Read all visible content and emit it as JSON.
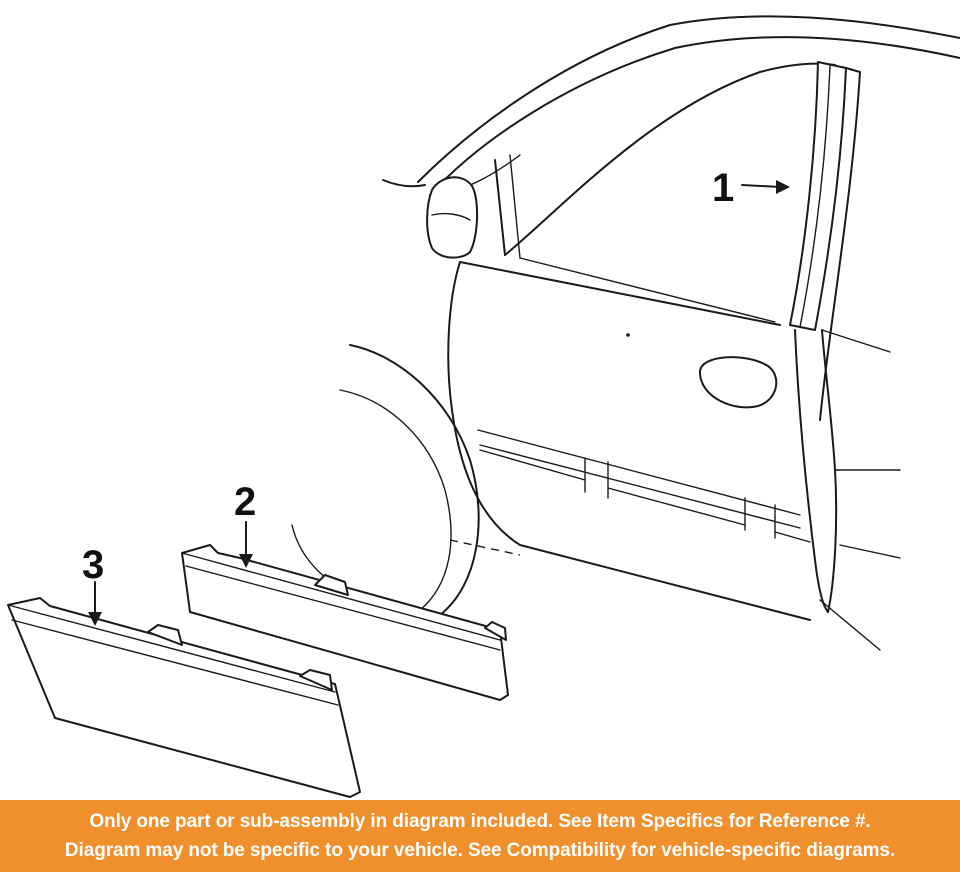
{
  "callouts": {
    "part1": "1",
    "part2": "2",
    "part3": "3"
  },
  "notice": {
    "line1": "Only one part or sub-assembly in diagram included. See Item Specifics for Reference #.",
    "line2": "Diagram may not be specific to your vehicle. See Compatibility for vehicle-specific diagrams."
  },
  "colors": {
    "banner": "#f0902c",
    "banner_text": "#ffffff",
    "line_art": "#1a1a1a"
  }
}
